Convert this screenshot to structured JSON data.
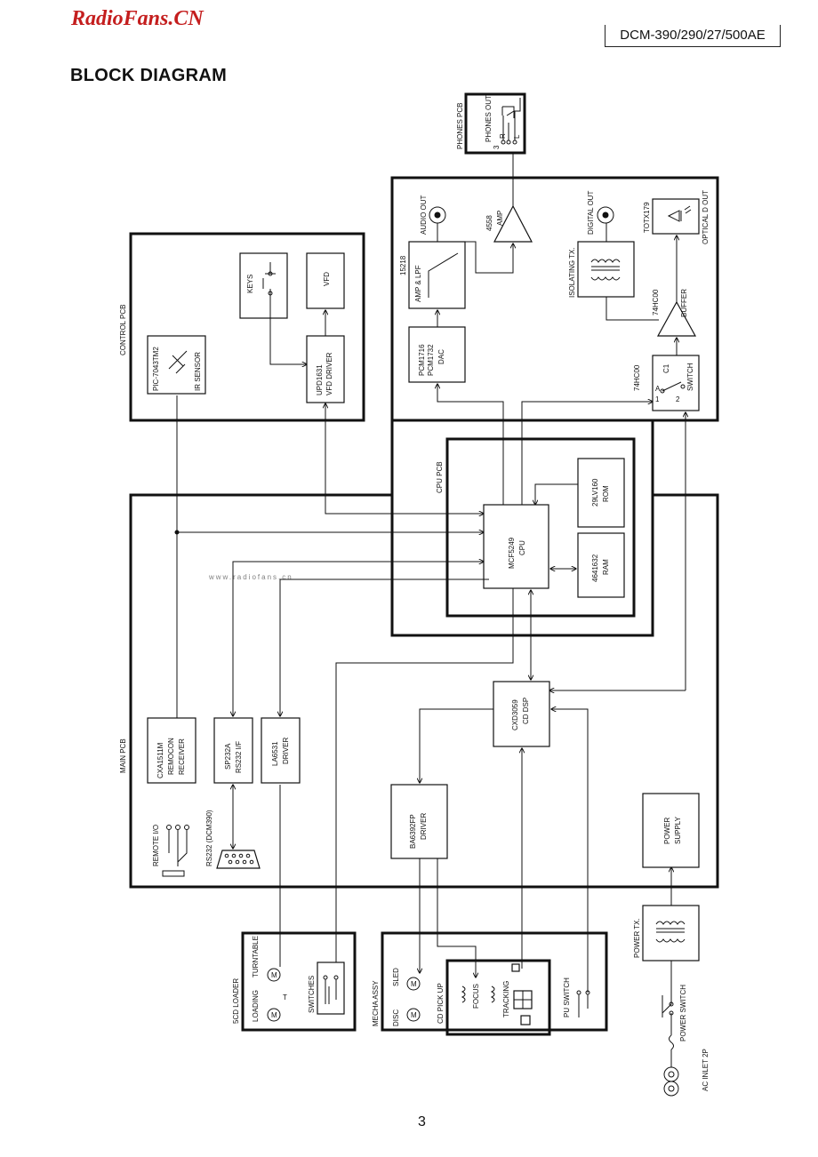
{
  "header": {
    "site": "RadioFans.CN",
    "model": "DCM-390/290/27/500AE",
    "title": "BLOCK DIAGRAM"
  },
  "watermark": "www.radiofans.cn",
  "page_number": "3",
  "pcb_labels": {
    "phones": "PHONES PCB",
    "control": "CONTROL PCB",
    "cpu": "CPU PCB",
    "main": "MAIN PCB",
    "loader": "5CD LOADER",
    "mecha": "MECHA ASSY"
  },
  "blocks": {
    "keys": "KEYS",
    "vfd": "VFD",
    "vfd_driver": [
      "UPD1631",
      "VFD DRIVER"
    ],
    "ir_sensor": [
      "PIC-7043TM2",
      "IR SENSOR"
    ],
    "amp_lpf": [
      "15218",
      "AMP & LPF"
    ],
    "dac": [
      "PCM1716",
      "PCM1732",
      "DAC"
    ],
    "amp4558": [
      "4558",
      "AMP"
    ],
    "isolating_tx": "ISOLATING TX.",
    "totx": "TOTX179",
    "buffer": [
      "74HC00",
      "BUFFER"
    ],
    "switch": [
      "74HC00",
      "C1",
      "SWITCH"
    ],
    "cpu": [
      "MCF5249",
      "CPU"
    ],
    "rom": [
      "29LV160",
      "ROM"
    ],
    "ram": [
      "4641632",
      "RAM"
    ],
    "cd_dsp": [
      "CXD3059",
      "CD DSP"
    ],
    "remocon": [
      "CXA1511M",
      "REMOCON",
      "RECEIVER"
    ],
    "rs232": [
      "SP232A",
      "RS232 I/F"
    ],
    "la6531": [
      "LA6531",
      "DRIVER"
    ],
    "ba6392": [
      "BA6392FP",
      "DRIVER"
    ],
    "power_supply": [
      "POWER",
      "SUPPLY"
    ],
    "power_tx": "POWER TX."
  },
  "io_labels": {
    "audio_out": "AUDIO OUT",
    "digital_out": "DIGITAL OUT",
    "optical_out": "OPTICAL D OUT",
    "phones_out": "PHONES OUT",
    "remote_io": "REMOTE I/O",
    "rs232_conn": "RS232 (DCM390)",
    "loading": "LOADING",
    "turntable": "TURNTABLE",
    "switches": "SWITCHES",
    "disc": "DISC",
    "sled": "SLED",
    "cd_pickup": "CD PICK UP",
    "focus": "FOCUS",
    "tracking": "TRACKING",
    "pu_switch": "PU SWITCH",
    "power_switch": "POWER SWITCH",
    "ac_inlet": "AC INLET 2P",
    "motor": "M",
    "t": "T",
    "pin_a": "A",
    "pin_2": "2",
    "pin_1": "1",
    "pin_3": "3",
    "pin_r": "R",
    "pin_l": "L"
  }
}
